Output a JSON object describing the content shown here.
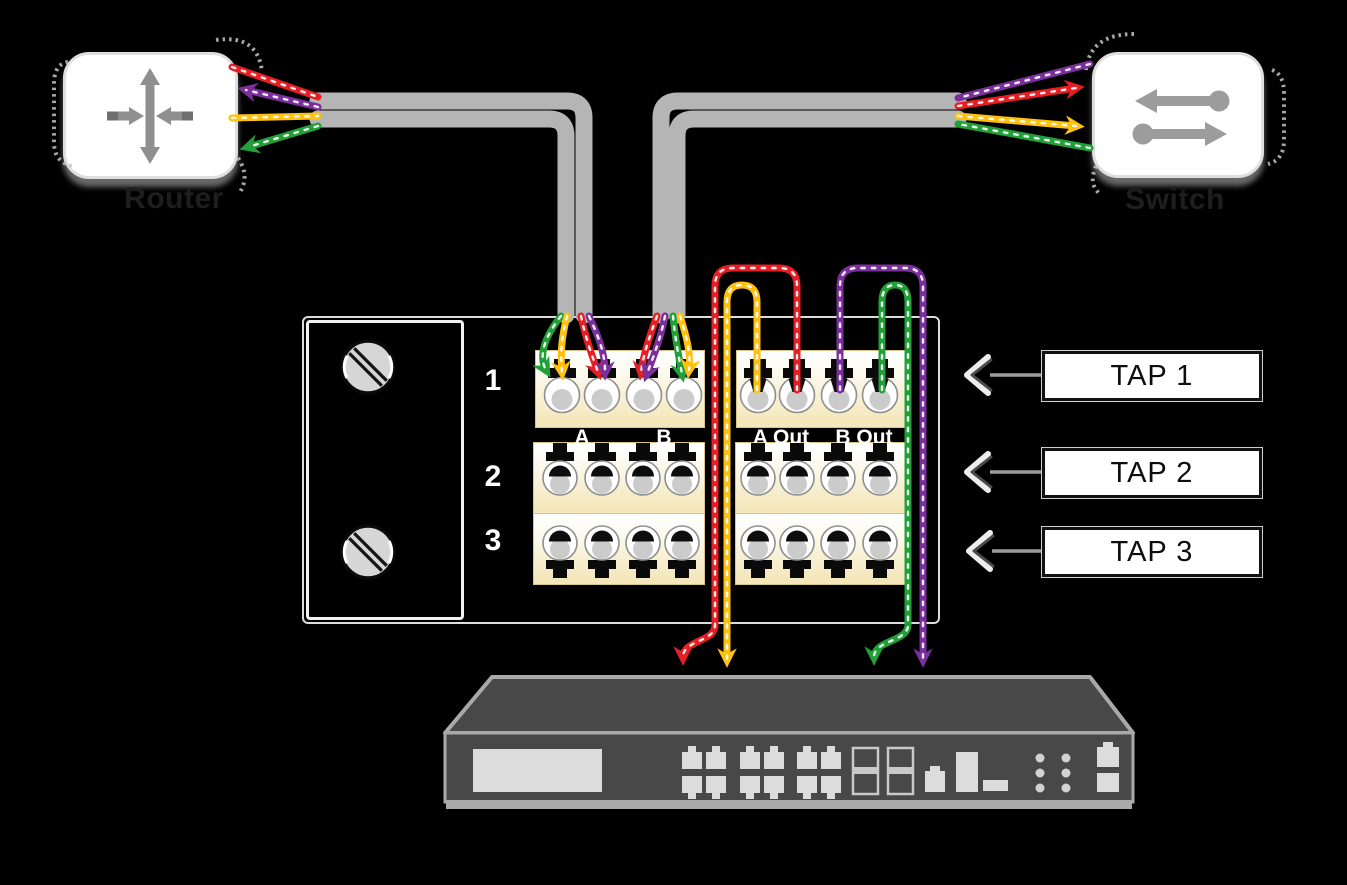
{
  "nodes": {
    "router": {
      "label": "Router"
    },
    "switch": {
      "label": "Switch"
    }
  },
  "panel": {
    "row_labels": [
      "1",
      "2",
      "3"
    ],
    "group_labels": {
      "a": "A",
      "b": "B",
      "a_out": "A Out",
      "b_out": "B Out"
    }
  },
  "taps": {
    "tap1": "TAP 1",
    "tap2": "TAP 2",
    "tap3": "TAP 3"
  },
  "colors": {
    "red": "#E81E25",
    "yellow": "#FFC10D",
    "green": "#21A038",
    "purple": "#7A2F9D",
    "cable": "#B5B5B5",
    "panel-cream": "#F3E7BB",
    "device": "#484848",
    "device-edge": "#A9A9A9"
  }
}
